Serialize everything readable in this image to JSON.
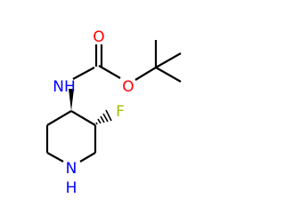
{
  "molecule": {
    "atoms": {
      "amine_nh": {
        "label": "NH",
        "color": "#0000ff"
      },
      "carbonyl_o": {
        "label": "O",
        "color": "#ff0000"
      },
      "ester_o": {
        "label": "O",
        "color": "#ff0000"
      },
      "fluorine": {
        "label": "F",
        "color": "#a0c000"
      },
      "ring_n": {
        "label": "N",
        "color": "#0000ff"
      },
      "ring_h": {
        "label": "H",
        "color": "#0000ff"
      }
    },
    "bond_color": "#000000"
  }
}
